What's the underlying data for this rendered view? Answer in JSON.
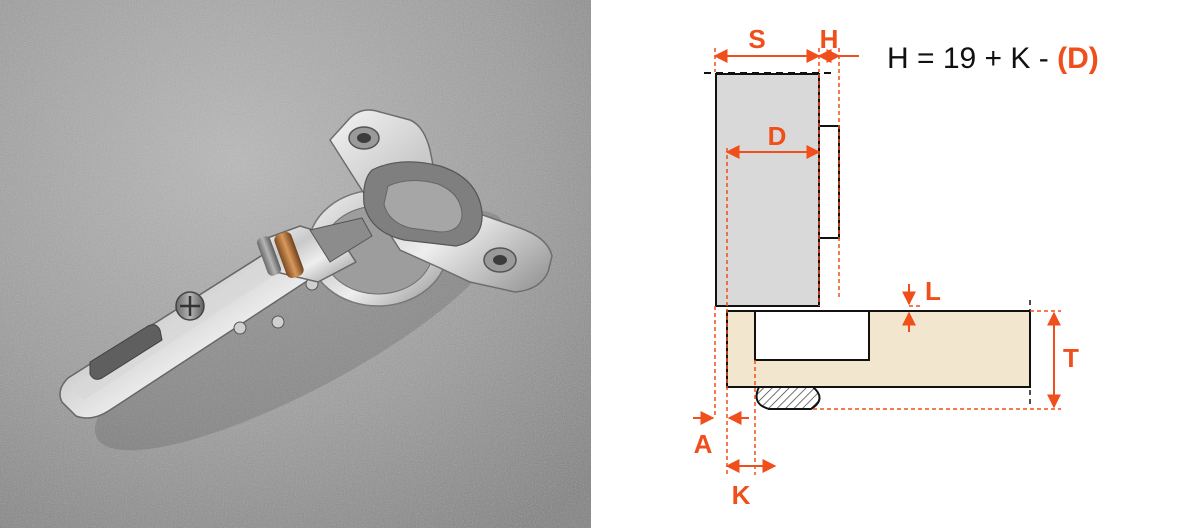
{
  "photo": {
    "icon": "concealed-hinge-photo"
  },
  "diagram": {
    "formula": {
      "prefix": "H = 19 + K - ",
      "highlight": "(D)"
    },
    "labels": {
      "S": "S",
      "H": "H",
      "D": "D",
      "L": "L",
      "T": "T",
      "A": "A",
      "K": "K"
    },
    "colors": {
      "accent": "#f04e1a",
      "wall": "#d9d9d9",
      "door": "#f2e6ce",
      "stroke": "#111111"
    }
  }
}
